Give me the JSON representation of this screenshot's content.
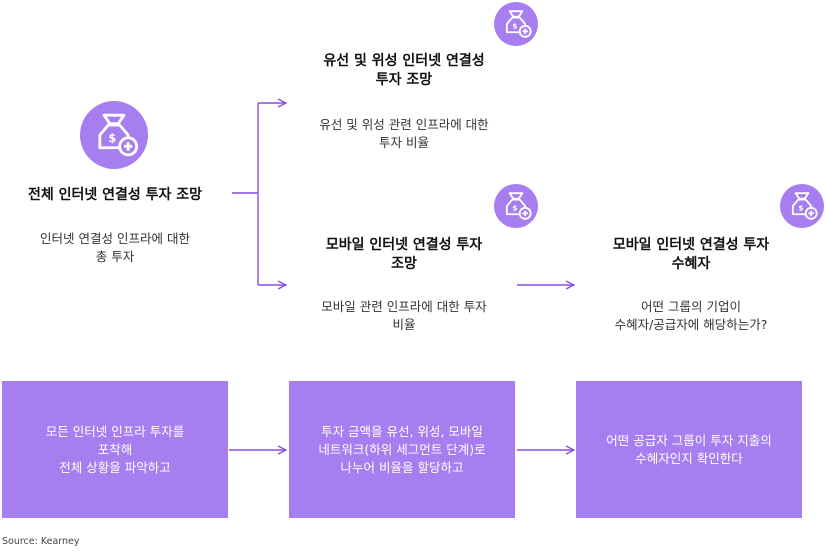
{
  "total": {
    "title": "전체 인터넷 연결성 투자 조망",
    "desc_line1": "인터넷 연결성 인프라에 대한",
    "desc_line2": "총 투자",
    "icon": "money-bag-add-icon"
  },
  "fixed": {
    "title_line1": "유선 및 위성 인터넷 연결성",
    "title_line2": "투자 조망",
    "desc_line1": "유선 및 위성 관련 인프라에 대한",
    "desc_line2": "투자 비율",
    "icon": "money-bag-add-icon"
  },
  "mobile": {
    "title_line1": "모바일 인터넷 연결성 투자",
    "title_line2": "조망",
    "desc_line1": "모바일 관련 인프라에 대한 투자",
    "desc_line2": "비율",
    "icon": "money-bag-add-icon"
  },
  "beneficiary": {
    "title_line1": "모바일 인터넷 연결성 투자",
    "title_line2": "수혜자",
    "desc_line1": "어떤 그룹의 기업이",
    "desc_line2": "수혜자/공급자에 해당하는가?",
    "icon": "money-bag-add-icon"
  },
  "steps": [
    {
      "line1": "모든 인터넷 인프라 투자를",
      "line2": "포착해",
      "line3": "전체 상황을 파악하고"
    },
    {
      "line1": "투자 금액을 유선, 위성, 모바일",
      "line2": "네트워크(하위 세그먼트 단계)로",
      "line3": "나누어 비율을 할당하고"
    },
    {
      "line1": "어떤 공급자 그룹이 투자 지출의",
      "line2": "수혜자인지 확인한다"
    }
  ],
  "source": "Source: Kearney",
  "colors": {
    "accent": "#a77ef0",
    "line": "#8a4fe0"
  }
}
